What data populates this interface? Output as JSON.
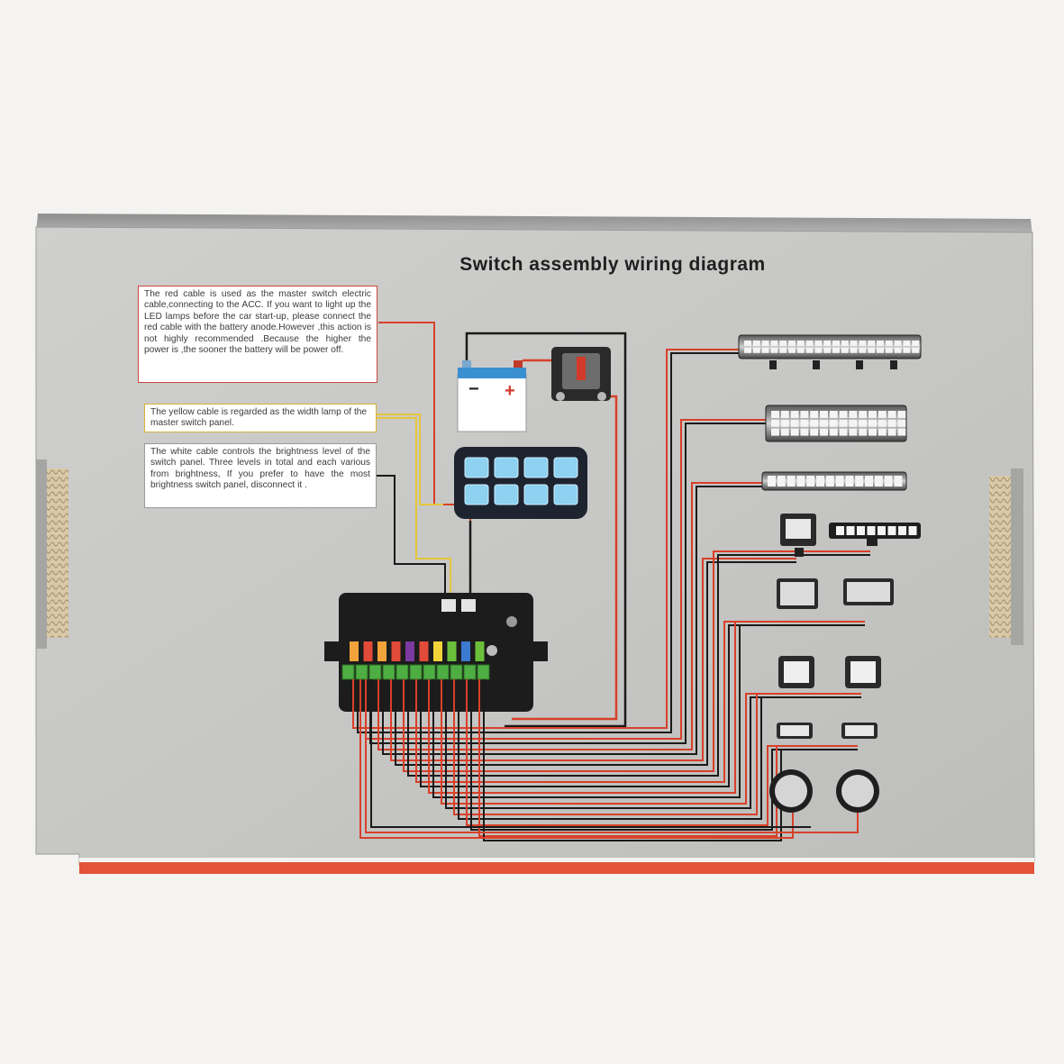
{
  "diagram": {
    "title": "Switch assembly wiring diagram",
    "notes": {
      "red_cable": "The red cable is used as the master switch electric cable,connecting to the ACC. If you want to light up the LED lamps before the car start-up, please connect the red cable with the battery anode.However ,this action is not highly recommended .Because the higher the power is ,the sooner the battery will be power off.",
      "yellow_cable": "The yellow cable is regarded as the width lamp of the master switch panel.",
      "white_cable": "The white cable controls the brightness level of the switch panel. Three levels in total and each various from brightness, If you prefer to have the most brightness switch panel, disconnect it ."
    },
    "battery_symbols": {
      "minus": "−",
      "plus": "+"
    }
  },
  "colors": {
    "box_face": "#c9c9c7",
    "wire_red": "#d8402a",
    "wire_black": "#1a1a1a",
    "wire_yellow": "#e4c63c",
    "box_stripe": "#e2533a"
  }
}
